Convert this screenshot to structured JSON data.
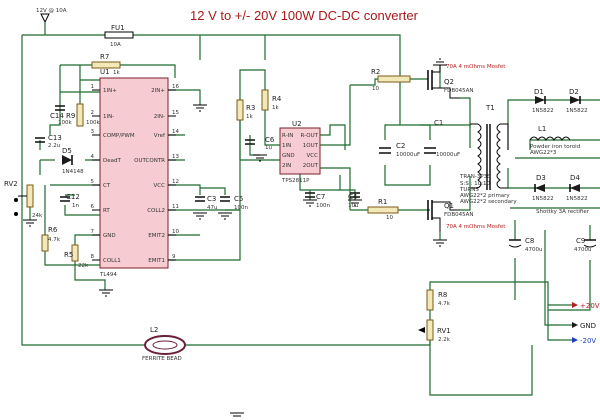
{
  "title": "12 V to +/- 20V 100W DC-DC converter",
  "supply": "12V @ 10A",
  "fuse": {
    "ref": "FU1",
    "value": "10A"
  },
  "resistors": [
    {
      "ref": "R7",
      "value": "1k"
    },
    {
      "ref": "R9",
      "value": "100k"
    },
    {
      "ref": "R3",
      "value": "1k"
    },
    {
      "ref": "R4",
      "value": "1k"
    },
    {
      "ref": "R2",
      "value": "10"
    },
    {
      "ref": "R1",
      "value": "10"
    },
    {
      "ref": "R6",
      "value": "4.7k"
    },
    {
      "ref": "R5",
      "value": "22k"
    },
    {
      "ref": "R8",
      "value": "4.7k"
    },
    {
      "ref": "RV1",
      "value": "2.2k"
    },
    {
      "ref": "RV2",
      "value": "24k"
    }
  ],
  "capacitors": [
    {
      "ref": "C14",
      "value": "100k"
    },
    {
      "ref": "C13",
      "value": "2.2u"
    },
    {
      "ref": "C12",
      "value": "1n"
    },
    {
      "ref": "C6",
      "value": "1u"
    },
    {
      "ref": "C3",
      "value": "47u"
    },
    {
      "ref": "C5",
      "value": "100n"
    },
    {
      "ref": "C7",
      "value": "100n"
    },
    {
      "ref": "C4",
      "value": "10u"
    },
    {
      "ref": "C2",
      "value": "10000uF"
    },
    {
      "ref": "C1",
      "value": "10000uF"
    },
    {
      "ref": "C8",
      "value": "4700u"
    },
    {
      "ref": "C9",
      "value": "4700u"
    }
  ],
  "u1": {
    "ref": "U1",
    "part": "TL494",
    "left_pins": [
      "1IN+",
      "1IN-",
      "COMP/PWM",
      "DeadT",
      "CT",
      "RT",
      "GND",
      "COLL1"
    ],
    "left_nums": [
      "1",
      "2",
      "3",
      "4",
      "5",
      "6",
      "7",
      "8"
    ],
    "right_pins": [
      "2IN+",
      "2IN-",
      "Vref",
      "OUTCONTR",
      "VCC",
      "COLL2",
      "EMIT2",
      "EMIT1"
    ],
    "right_nums": [
      "16",
      "15",
      "14",
      "13",
      "12",
      "11",
      "10",
      "9"
    ]
  },
  "u2": {
    "ref": "U2",
    "part": "TPS2811P",
    "left_pins": [
      "R-IN",
      "1IN",
      "GND",
      "2IN"
    ],
    "right_pins": [
      "R-OUT",
      "1OUT",
      "VCC",
      "2OUT"
    ]
  },
  "mosfets": [
    {
      "ref": "Q2",
      "part": "FDB045AN",
      "note": "70A 4 mOhms Mosfet"
    },
    {
      "ref": "Q1",
      "part": "FDB045AN",
      "note": "70A 4 mOhms Mosfet"
    }
  ],
  "transformer": {
    "ref": "T1",
    "part": "TRAN-3P3S",
    "notes": [
      "S:S : 10:10",
      "TURNS",
      "AWG22*2 primary",
      "AWG22*2 secondary"
    ]
  },
  "diodes": [
    {
      "ref": "D1",
      "part": "1N5822"
    },
    {
      "ref": "D2",
      "part": "1N5822"
    },
    {
      "ref": "D3",
      "part": "1N5822"
    },
    {
      "ref": "D4",
      "part": "1N5822"
    },
    {
      "ref": "D5",
      "part": "1N4148"
    }
  ],
  "inductor": {
    "ref": "L1",
    "notes": [
      "Powder iron toroid",
      "AWG22*3"
    ]
  },
  "rectifier_note": "Shottky 3A rectifier",
  "ferrite": {
    "ref": "L2",
    "value": "FERRITE BEAD"
  },
  "outputs": [
    {
      "label": "+20V",
      "color": "#b81e1e"
    },
    {
      "label": "GND",
      "color": "#1a1a1a"
    },
    {
      "label": "-20V",
      "color": "#1e3ec8"
    }
  ]
}
